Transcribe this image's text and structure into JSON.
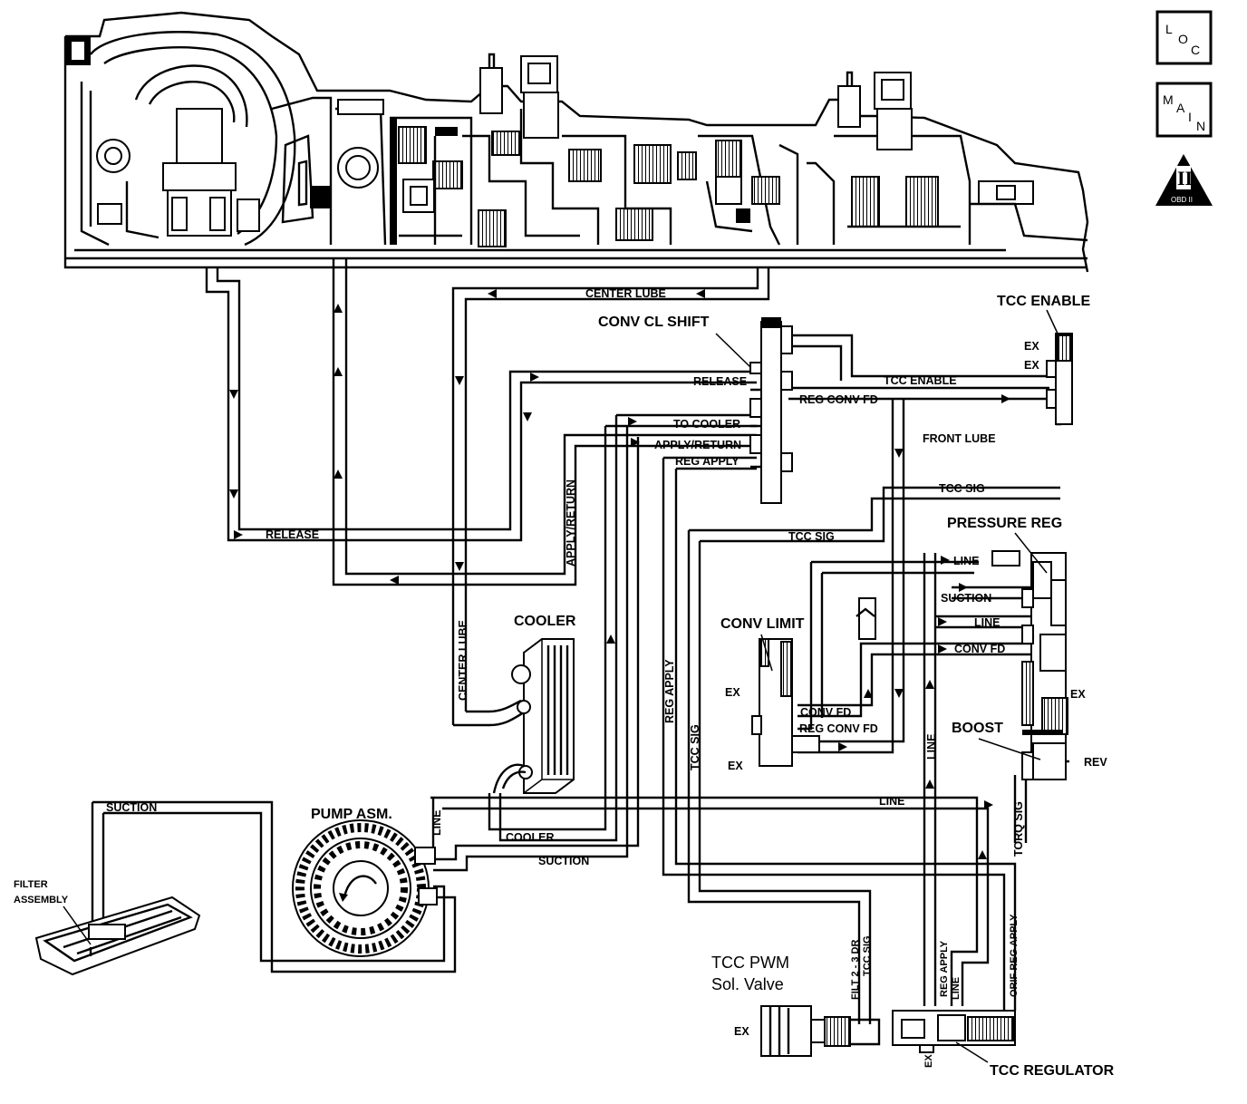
{
  "icons": {
    "loc": {
      "letters": [
        "L",
        "O",
        "C"
      ]
    },
    "main": {
      "letters": [
        "M",
        "A",
        "I",
        "N"
      ]
    },
    "obd": {
      "roman": "II",
      "text": "OBD II"
    }
  },
  "components": {
    "tcc_enable": "TCC ENABLE",
    "conv_cl_shift": "CONV CL SHIFT",
    "pressure_reg": "PRESSURE REG",
    "cooler": "COOLER",
    "conv_limit": "CONV LIMIT",
    "boost": "BOOST",
    "pump_asm": "PUMP ASM.",
    "filter_assembly_1": "FILTER",
    "filter_assembly_2": "ASSEMBLY",
    "tcc_pwm_1": "TCC PWM",
    "tcc_pwm_2": "Sol. Valve",
    "tcc_regulator": "TCC REGULATOR"
  },
  "lines": {
    "center_lube_top": "CENTER LUBE",
    "center_lube_vert": "CENTER LUBE",
    "release_right": "RELEASE",
    "release_left": "RELEASE",
    "to_cooler": "TO COOLER",
    "apply_return": "APPLY/RETURN",
    "apply_return_vert": "APPLY/RETURN",
    "reg_apply": "REG APPLY",
    "reg_apply_vert": "REG APPLY",
    "reg_conv_fd": "REG CONV FD",
    "tcc_enable_line": "TCC ENABLE",
    "front_lube": "FRONT LUBE",
    "tcc_sig_right": "TCC SIG",
    "tcc_sig_mid": "TCC SIG",
    "tcc_sig_vert": "TCC SIG",
    "tcc_sig_pwm": "TCC SIG",
    "line_pr1": "LINE",
    "suction_pr": "SUCTION",
    "line_pr2": "LINE",
    "conv_fd_pr": "CONV FD",
    "conv_fd_cl": "CONV FD",
    "reg_conv_fd_cl": "REG CONV FD",
    "line_vert": "LINE",
    "line_horiz": "LINE",
    "line_pump": "LINE",
    "torq_sig": "TORQ SIG",
    "rev": "REV",
    "suction_filter": "SUCTION",
    "suction_pump": "SUCTION",
    "cooler_line": "COOLER",
    "filt_2_3_dr": "FILT 2 - 3 DR",
    "reg_apply_tcc": "REG APPLY",
    "line_tcc": "LINE",
    "orif_reg_apply": "ORIF REG APPLY",
    "ex_1": "EX",
    "ex_2": "EX",
    "ex_3": "EX",
    "ex_4": "EX",
    "ex_5": "EX",
    "ex_6": "EX",
    "ex_7": "EX"
  }
}
